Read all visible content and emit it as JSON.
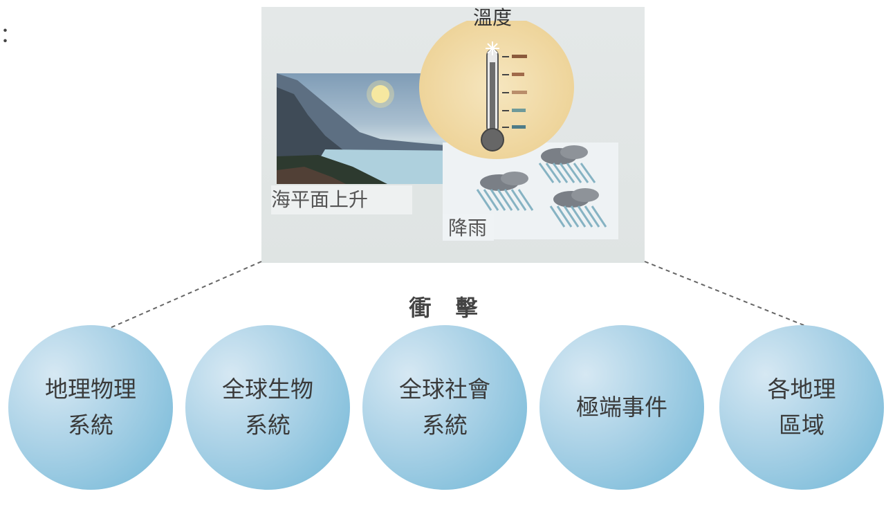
{
  "corner_text": "：",
  "figure": {
    "temperature_label": "溫度",
    "sea_level_label": "海平面上升",
    "rain_label": "降雨"
  },
  "impact_label": "衝 擊",
  "impacts": [
    {
      "line1": "地理物理",
      "line2": "系統"
    },
    {
      "line1": "全球生物",
      "line2": "系統"
    },
    {
      "line1": "全球社會",
      "line2": "系統"
    },
    {
      "line1": "極端事件",
      "line2": ""
    },
    {
      "line1": "各地理",
      "line2": "區域"
    }
  ],
  "colors": {
    "circle_light": "#d6e8f3",
    "circle_dark": "#6fb6d6",
    "panel_bg": "#e2e6e6",
    "thermo_glow": "#f1d9a0"
  }
}
